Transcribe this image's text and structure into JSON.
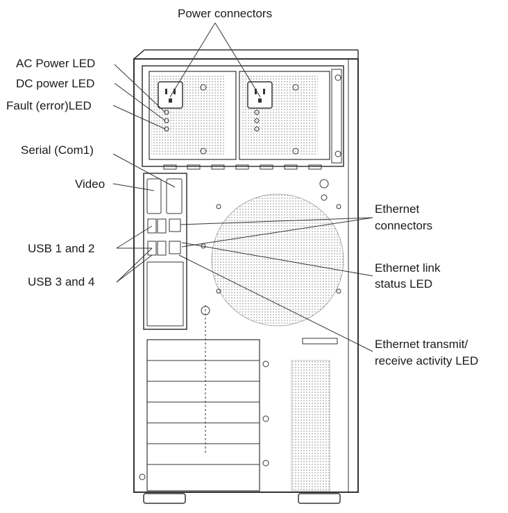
{
  "labels": {
    "power_connectors": "Power connectors",
    "ac_power_led": "AC Power LED",
    "dc_power_led": "DC power LED",
    "fault_led": "Fault (error)LED",
    "serial": "Serial (Com1)",
    "video": "Video",
    "usb_1_2": "USB 1 and 2",
    "usb_3_4": "USB 3 and 4",
    "ethernet_connectors_1": "Ethernet",
    "ethernet_connectors_2": "connectors",
    "ethernet_link_1": "Ethernet link",
    "ethernet_link_2": "status LED",
    "ethernet_activity_1": "Ethernet transmit/",
    "ethernet_activity_2": "receive activity LED"
  },
  "colors": {
    "line": "#333333",
    "background": "#ffffff"
  }
}
